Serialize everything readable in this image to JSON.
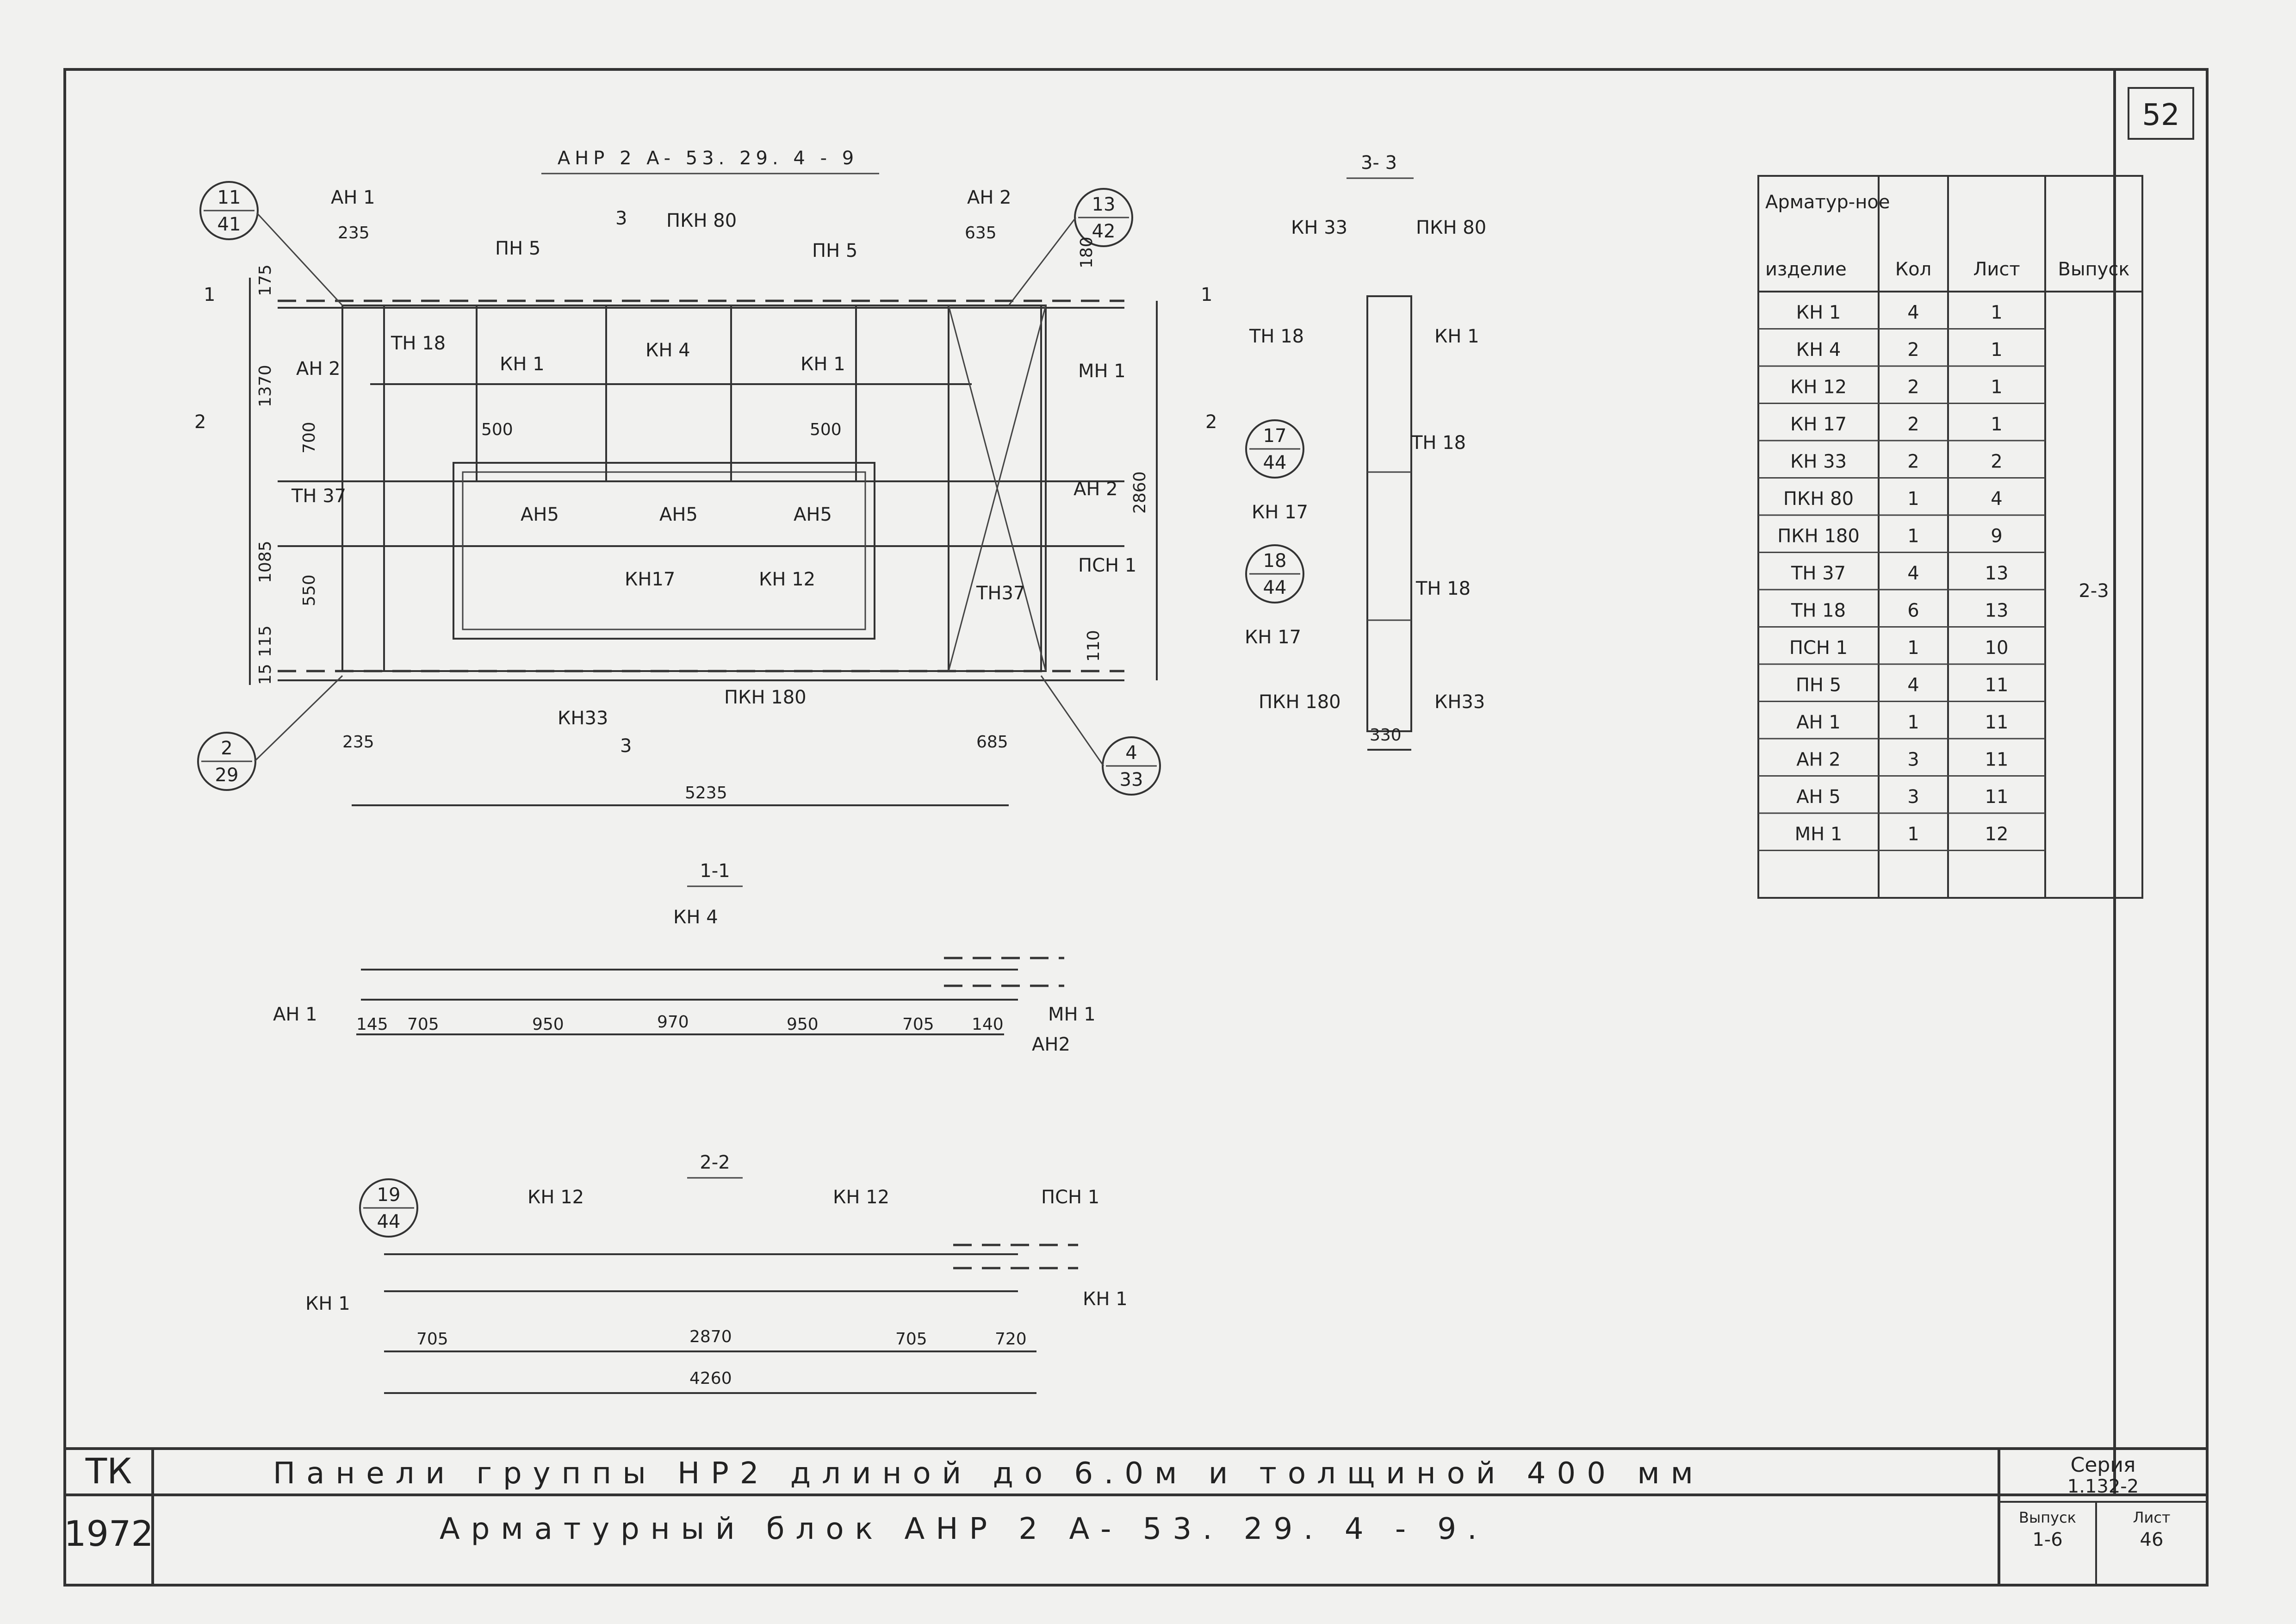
{
  "sheet_number": "52",
  "plan": {
    "title": "АНР 2 А- 53. 29. 4 - 9",
    "callouts": [
      {
        "top": "11",
        "bottom": "41"
      },
      {
        "top": "13",
        "bottom": "42"
      },
      {
        "top": "2",
        "bottom": "29"
      },
      {
        "top": "4",
        "bottom": "33"
      }
    ],
    "labels": {
      "an1": "АН 1",
      "an2_top": "АН 2",
      "an2_left": "АН 2",
      "an2_right": "АН 2",
      "pn5_l": "ПН 5",
      "pn5_r": "ПН 5",
      "pkn80": "ПКН 80",
      "tn18": "ТН 18",
      "kn1_l": "КН 1",
      "kn4": "КН 4",
      "kn1_r": "КН 1",
      "mn1": "МН 1",
      "an5_a": "АН5",
      "an5_b": "АН5",
      "an5_c": "АН5",
      "tn37_l": "ТН 37",
      "tn37_r": "ТН37",
      "psn1": "ПСН 1",
      "kn17": "КН17",
      "kn12": "КН 12",
      "kn33": "КН33",
      "pkn180": "ПКН 180"
    },
    "dims": {
      "d235_top": "235",
      "d635": "635",
      "d180": "180",
      "d175": "175",
      "d1370": "1370",
      "d700": "700",
      "d500_l": "500",
      "d500_r": "500",
      "d1085": "1085",
      "d550": "550",
      "d115": "115",
      "d15": "15",
      "d2860": "2860",
      "d110": "110",
      "d235_bot": "235",
      "d685": "685",
      "d5235": "5235"
    },
    "section_marks": {
      "s1": "1",
      "s2": "2",
      "s3": "3"
    }
  },
  "section_33": {
    "title": "3- 3",
    "labels": {
      "kn33_top": "КН 33",
      "pkn80": "ПКН 80",
      "tn18_a": "ТН 18",
      "kn1": "КН 1",
      "tn18_b": "ТН 18",
      "kn17_a": "КН 17",
      "kn17_b": "КН 17",
      "tn18_c": "ТН 18",
      "pkn180": "ПКН 180",
      "kn33_bot": "КН33"
    },
    "callouts": [
      {
        "top": "17",
        "bottom": "44"
      },
      {
        "top": "18",
        "bottom": "44"
      }
    ],
    "dim": "330"
  },
  "section_11": {
    "title": "1-1",
    "labels": {
      "kn4": "КН 4",
      "an1": "АН 1",
      "mn1": "МН 1",
      "an2": "АН2"
    },
    "dims": [
      "145",
      "705",
      "950",
      "970",
      "950",
      "705",
      "140"
    ]
  },
  "section_22": {
    "title": "2-2",
    "callout": {
      "top": "19",
      "bottom": "44"
    },
    "labels": {
      "kn12_a": "КН 12",
      "kn12_b": "КН 12",
      "psn1": "ПСН 1",
      "kn1_l": "КН 1",
      "kn1_r": "КН 1"
    },
    "dims": {
      "d705_a": "705",
      "d2870": "2870",
      "d705_b": "705",
      "d720": "720",
      "d4260": "4260"
    }
  },
  "table": {
    "headers": [
      "Арматур-ное изделие",
      "Кол",
      "Лист",
      "Выпуск"
    ],
    "rows": [
      [
        "КН 1",
        "4",
        "1"
      ],
      [
        "КН 4",
        "2",
        "1"
      ],
      [
        "КН 12",
        "2",
        "1"
      ],
      [
        "КН 17",
        "2",
        "1"
      ],
      [
        "КН 33",
        "2",
        "2"
      ],
      [
        "ПКН 80",
        "1",
        "4"
      ],
      [
        "ПКН 180",
        "1",
        "9"
      ],
      [
        "ТН 37",
        "4",
        "13"
      ],
      [
        "ТН 18",
        "6",
        "13"
      ],
      [
        "ПСН 1",
        "1",
        "10"
      ],
      [
        "ПН 5",
        "4",
        "11"
      ],
      [
        "АН 1",
        "1",
        "11"
      ],
      [
        "АН 2",
        "3",
        "11"
      ],
      [
        "АН 5",
        "3",
        "11"
      ],
      [
        "МН 1",
        "1",
        "12"
      ]
    ],
    "release": "2-3"
  },
  "title_block": {
    "org": "ТК",
    "year": "1972",
    "line1": "Панели группы НР2 длиной до 6.0м и толщиной 400 мм",
    "line2": "Арматурный блок АНР 2 А- 53. 29. 4 - 9.",
    "series_label": "Серия",
    "series_value": "1.132-2",
    "issue_label": "Выпуск",
    "issue_value": "1-6",
    "sheet_label": "Лист",
    "sheet_value": "46"
  }
}
